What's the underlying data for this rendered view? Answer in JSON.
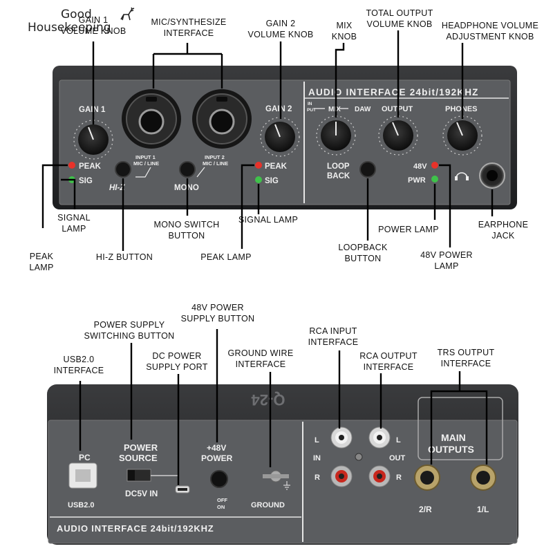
{
  "watermark": {
    "line1": "Good",
    "line2": "Housekeeping",
    "logo_icon": "deer-icon"
  },
  "front_panel": {
    "banner": "AUDIO INTERFACE  24bit/192KHZ",
    "labels": {
      "gain1": "GAIN 1",
      "gain2": "GAIN 2",
      "input1_line1": "INPUT 1",
      "input1_line2": "MIC / LINE",
      "input2_line1": "INPUT 2",
      "input2_line2": "MIC / LINE",
      "peak_left": "PEAK",
      "sig_left": "SIG",
      "peak_right": "PEAK",
      "sig_right": "SIG",
      "hiz": "HI-Z",
      "mono": "MONO",
      "mix_in": "IN",
      "mix_put": "PUT",
      "mix": "MIX",
      "daw": "DAW",
      "output": "OUTPUT",
      "phones": "PHONES",
      "loop_line1": "LOOP",
      "loop_line2": "BACK",
      "v48": "48V",
      "pwr": "PWR"
    },
    "callouts": {
      "gain1_knob": [
        "GAIN 1",
        "VOLUME KNOB"
      ],
      "mic_interface": [
        "MIC/SYNTHESIZE",
        "INTERFACE"
      ],
      "gain2_knob": [
        "GAIN 2",
        "VOLUME KNOB"
      ],
      "mix_knob": [
        "MIX",
        "KNOB"
      ],
      "total_output": [
        "TOTAL OUTPUT",
        "VOLUME KNOB"
      ],
      "headphone_knob": [
        "HEADPHONE VOLUME",
        "ADJUSTMENT KNOB"
      ],
      "signal_lamp_left": [
        "SIGNAL",
        "LAMP"
      ],
      "peak_lamp_left": [
        "PEAK",
        "LAMP"
      ],
      "hiz_button": [
        "HI-Z BUTTON"
      ],
      "mono_switch": [
        "MONO SWITCH",
        "BUTTON"
      ],
      "signal_lamp_right": [
        "SIGNAL LAMP"
      ],
      "peak_lamp_right": [
        "PEAK LAMP"
      ],
      "loopback_button": [
        "LOOPBACK",
        "BUTTON"
      ],
      "power_lamp": [
        "POWER LAMP"
      ],
      "v48_lamp": [
        "48V POWER",
        "LAMP"
      ],
      "earphone_jack": [
        "EARPHONE",
        "JACK"
      ]
    }
  },
  "back_panel": {
    "banner": "AUDIO INTERFACE  24bit/192KHZ",
    "device_name": "Q-24",
    "labels": {
      "pc": "PC",
      "usb": "USB2.0",
      "power_source_line1": "POWER",
      "power_source_line2": "SOURCE",
      "dc5v": "DC5V IN",
      "v48_power_line1": "+48V",
      "v48_power_line2": "POWER",
      "off": "OFF",
      "on": "ON",
      "ground": "GROUND",
      "rca_l_in": "L",
      "rca_in": "IN",
      "rca_r_in": "R",
      "rca_l_out": "L",
      "rca_out": "OUT",
      "rca_r_out": "R",
      "main_line1": "MAIN",
      "main_line2": "OUTPUTS",
      "out_2r": "2/R",
      "out_1l": "1/L"
    },
    "callouts": {
      "usb_interface": [
        "USB2.0",
        "INTERFACE"
      ],
      "power_switch": [
        "POWER SUPPLY",
        "SWITCHING BUTTON"
      ],
      "dc_port": [
        "DC POWER",
        "SUPPLY PORT"
      ],
      "v48_button": [
        "48V POWER",
        "SUPPLY BUTTON"
      ],
      "ground_wire": [
        "GROUND WIRE",
        "INTERFACE"
      ],
      "rca_input": [
        "RCA INPUT",
        "INTERFACE"
      ],
      "rca_output": [
        "RCA OUTPUT",
        "INTERFACE"
      ],
      "trs_output": [
        "TRS OUTPUT",
        "INTERFACE"
      ]
    }
  },
  "colors": {
    "panel": "#5b5d60",
    "panel_frame": "#2b2c2e",
    "led_red": "#e8322a",
    "led_green": "#3fc24a",
    "rca_red": "#c8281e",
    "rca_white": "#e6e6e6",
    "label_text": "#f0f0f0"
  }
}
